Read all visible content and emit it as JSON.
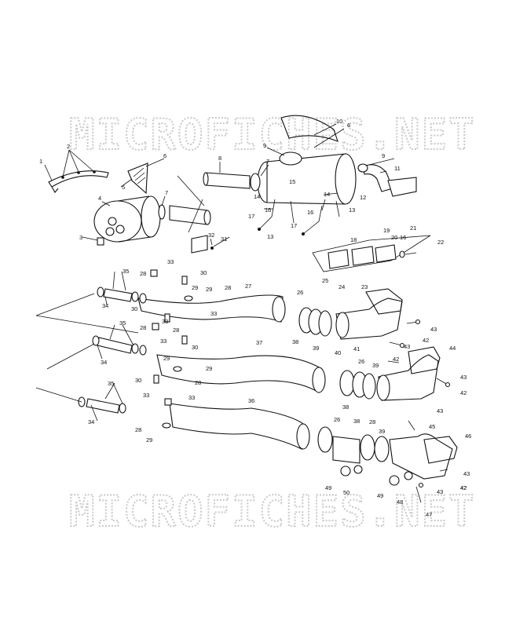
{
  "watermark": {
    "text": "MICROFICHES.NET"
  },
  "callouts": [
    {
      "key": "c1",
      "text": "1"
    },
    {
      "key": "c2",
      "text": "2"
    },
    {
      "key": "c3",
      "text": "3"
    },
    {
      "key": "c4",
      "text": "4"
    },
    {
      "key": "c5",
      "text": "5"
    },
    {
      "key": "c6a",
      "text": "6"
    },
    {
      "key": "c6b",
      "text": "6"
    },
    {
      "key": "c7a",
      "text": "7"
    },
    {
      "key": "c7b",
      "text": "7"
    },
    {
      "key": "c8",
      "text": "8"
    },
    {
      "key": "c9a",
      "text": "9"
    },
    {
      "key": "c9b",
      "text": "9"
    },
    {
      "key": "c10",
      "text": "10"
    },
    {
      "key": "c11",
      "text": "11"
    },
    {
      "key": "c12",
      "text": "12"
    },
    {
      "key": "c13a",
      "text": "13"
    },
    {
      "key": "c13b",
      "text": "13"
    },
    {
      "key": "c14a",
      "text": "14"
    },
    {
      "key": "c14b",
      "text": "14"
    },
    {
      "key": "c15",
      "text": "15"
    },
    {
      "key": "c16a",
      "text": "16"
    },
    {
      "key": "c16b",
      "text": "16"
    },
    {
      "key": "c16c",
      "text": "16"
    },
    {
      "key": "c17a",
      "text": "17"
    },
    {
      "key": "c17b",
      "text": "17"
    },
    {
      "key": "c18",
      "text": "18"
    },
    {
      "key": "c19",
      "text": "19"
    },
    {
      "key": "c20",
      "text": "20"
    },
    {
      "key": "c21",
      "text": "21"
    },
    {
      "key": "c22",
      "text": "22"
    },
    {
      "key": "c23",
      "text": "23"
    },
    {
      "key": "c24",
      "text": "24"
    },
    {
      "key": "c25",
      "text": "25"
    },
    {
      "key": "c26a",
      "text": "26"
    },
    {
      "key": "c26b",
      "text": "26"
    },
    {
      "key": "c26c",
      "text": "26"
    },
    {
      "key": "c27",
      "text": "27"
    },
    {
      "key": "c28a",
      "text": "28"
    },
    {
      "key": "c28b",
      "text": "28"
    },
    {
      "key": "c28c",
      "text": "28"
    },
    {
      "key": "c28d",
      "text": "28"
    },
    {
      "key": "c28e",
      "text": "28"
    },
    {
      "key": "c28f",
      "text": "28"
    },
    {
      "key": "c28g",
      "text": "28"
    },
    {
      "key": "c29a",
      "text": "29"
    },
    {
      "key": "c29b",
      "text": "29"
    },
    {
      "key": "c29c",
      "text": "29"
    },
    {
      "key": "c29d",
      "text": "29"
    },
    {
      "key": "c29e",
      "text": "29"
    },
    {
      "key": "c30a",
      "text": "30"
    },
    {
      "key": "c30b",
      "text": "30"
    },
    {
      "key": "c30c",
      "text": "30"
    },
    {
      "key": "c30d",
      "text": "30"
    },
    {
      "key": "c31",
      "text": "31"
    },
    {
      "key": "c32",
      "text": "32"
    },
    {
      "key": "c33a",
      "text": "33"
    },
    {
      "key": "c33b",
      "text": "33"
    },
    {
      "key": "c33c",
      "text": "33"
    },
    {
      "key": "c33d",
      "text": "33"
    },
    {
      "key": "c33e",
      "text": "33"
    },
    {
      "key": "c33f",
      "text": "33"
    },
    {
      "key": "c34a",
      "text": "34"
    },
    {
      "key": "c34b",
      "text": "34"
    },
    {
      "key": "c34c",
      "text": "34"
    },
    {
      "key": "c35a",
      "text": "35"
    },
    {
      "key": "c35b",
      "text": "35"
    },
    {
      "key": "c35c",
      "text": "35"
    },
    {
      "key": "c36",
      "text": "36"
    },
    {
      "key": "c37",
      "text": "37"
    },
    {
      "key": "c38a",
      "text": "38"
    },
    {
      "key": "c38b",
      "text": "38"
    },
    {
      "key": "c38c",
      "text": "38"
    },
    {
      "key": "c39a",
      "text": "39"
    },
    {
      "key": "c39b",
      "text": "39"
    },
    {
      "key": "c39c",
      "text": "39"
    },
    {
      "key": "c40",
      "text": "40"
    },
    {
      "key": "c41",
      "text": "41"
    },
    {
      "key": "c42a",
      "text": "42"
    },
    {
      "key": "c42b",
      "text": "42"
    },
    {
      "key": "c42c",
      "text": "42"
    },
    {
      "key": "c42d",
      "text": "42"
    },
    {
      "key": "c42e",
      "text": "42"
    },
    {
      "key": "c43a",
      "text": "43"
    },
    {
      "key": "c43b",
      "text": "43"
    },
    {
      "key": "c43c",
      "text": "43"
    },
    {
      "key": "c43d",
      "text": "43"
    },
    {
      "key": "c43e",
      "text": "43"
    },
    {
      "key": "c43f",
      "text": "43"
    },
    {
      "key": "c44",
      "text": "44"
    },
    {
      "key": "c45",
      "text": "45"
    },
    {
      "key": "c46",
      "text": "46"
    },
    {
      "key": "c47",
      "text": "47"
    },
    {
      "key": "c48",
      "text": "48"
    },
    {
      "key": "c49a",
      "text": "49"
    },
    {
      "key": "c49b",
      "text": "49"
    },
    {
      "key": "c50",
      "text": "50"
    }
  ]
}
